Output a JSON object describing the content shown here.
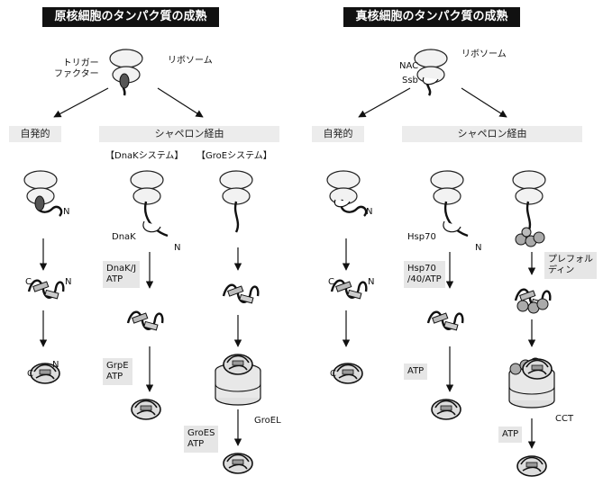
{
  "prokaryote": {
    "header": "原核細胞のタンパク質の成熟",
    "trigger_factor": "トリガー\nファクター",
    "ribosome": "リボソーム",
    "spontaneous": "自発的",
    "chaperone_path": "シャペロン経由",
    "dnak_system": "【DnaKシステム】",
    "groe_system": "【GroEシステム】",
    "dnak_label": "DnaK",
    "n_terminus": "N",
    "c_terminus": "C",
    "box_dnakj": "DnaK/J\nATP",
    "box_grpe": "GrpE\nATP",
    "box_groes": "GroES\nATP",
    "groel_label": "GroEL"
  },
  "eukaryote": {
    "header": "真核細胞のタンパク質の成熟",
    "nac": "NAC",
    "ssb": "Ssb",
    "ribosome": "リボソーム",
    "spontaneous": "自発的",
    "chaperone_path": "シャペロン経由",
    "hsp70_label": "Hsp70",
    "n_terminus": "N",
    "c_terminus": "C",
    "box_hsp": "Hsp70\n/40/ATP",
    "box_atp": "ATP",
    "box_atp2": "ATP",
    "prefoldin": "プレフォル\nディン",
    "cct_label": "CCT"
  }
}
